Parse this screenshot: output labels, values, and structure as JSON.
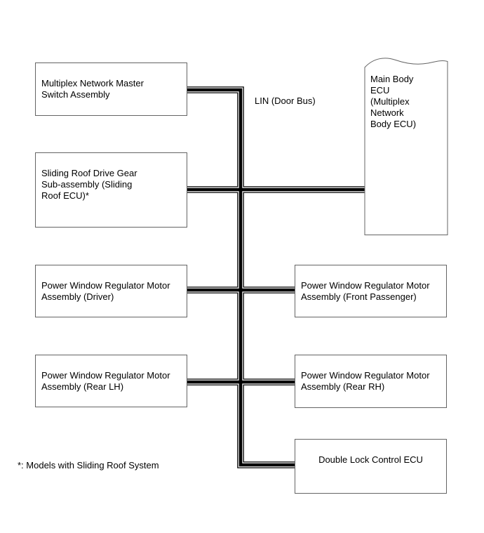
{
  "diagram": {
    "kind": "LIN bus network topology diagram",
    "bus_label": "LIN (Door Bus)",
    "footnote": "*: Models with Sliding Roof System",
    "colors": {
      "bus_line": "#000000",
      "box_border": "#646464",
      "text": "#000000",
      "background": "#ffffff"
    },
    "nodes": [
      {
        "id": "master-switch",
        "label": "Multiplex Network Master\nSwitch Assembly"
      },
      {
        "id": "main-body-ecu",
        "label": "Main Body\nECU\n(Multiplex\nNetwork\nBody ECU)"
      },
      {
        "id": "sliding-roof-ecu",
        "label": "Sliding Roof Drive Gear\nSub-assembly (Sliding\nRoof ECU)*"
      },
      {
        "id": "pw-driver",
        "label": "Power Window Regulator Motor\nAssembly (Driver)"
      },
      {
        "id": "pw-front-passenger",
        "label": "Power Window Regulator Motor\nAssembly (Front Passenger)"
      },
      {
        "id": "pw-rear-lh",
        "label": "Power Window Regulator Motor\nAssembly (Rear LH)"
      },
      {
        "id": "pw-rear-rh",
        "label": "Power Window Regulator Motor\nAssembly (Rear RH)"
      },
      {
        "id": "double-lock-ecu",
        "label": "Double Lock Control ECU"
      }
    ]
  }
}
